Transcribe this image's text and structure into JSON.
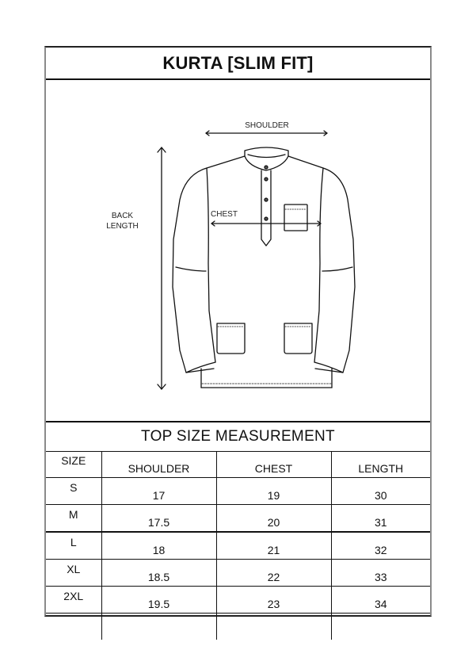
{
  "document": {
    "title": "KURTA [SLIM FIT]",
    "figure": {
      "labels": {
        "shoulder": "SHOULDER",
        "chest": "CHEST",
        "back_length_line1": "BACK",
        "back_length_line2": "LENGTH"
      },
      "illustration": "kurta-line-drawing"
    },
    "section_title": "TOP SIZE MEASUREMENT",
    "table": {
      "headers": [
        "SIZE",
        "SHOULDER",
        "CHEST",
        "LENGTH"
      ],
      "rows": [
        {
          "size": "S",
          "shoulder": "17",
          "chest": "19",
          "length": "30"
        },
        {
          "size": "M",
          "shoulder": "17.5",
          "chest": "20",
          "length": "31"
        },
        {
          "size": "L",
          "shoulder": "18",
          "chest": "21",
          "length": "32"
        },
        {
          "size": "XL",
          "shoulder": "18.5",
          "chest": "22",
          "length": "33"
        },
        {
          "size": "2XL",
          "shoulder": "19.5",
          "chest": "23",
          "length": "34"
        },
        {
          "size": "",
          "shoulder": "",
          "chest": "",
          "length": ""
        }
      ]
    }
  }
}
